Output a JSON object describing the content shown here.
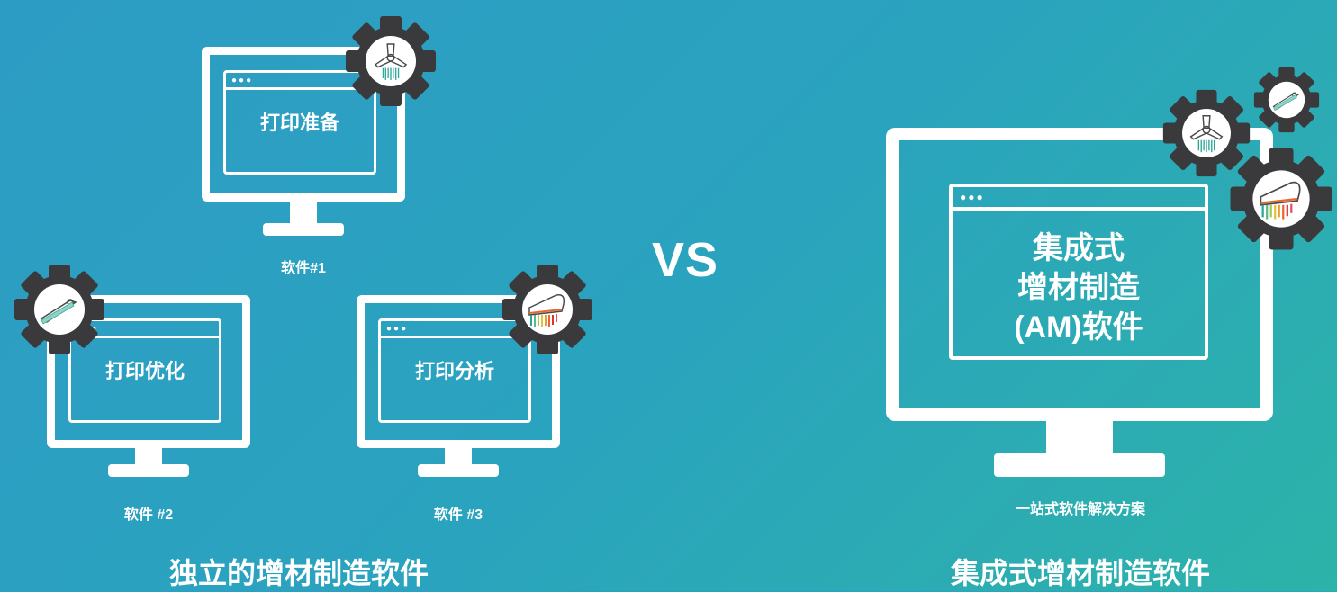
{
  "left": {
    "monitor1": {
      "window_label": "打印准备",
      "caption": "软件#1",
      "gear_icon": "printer-head-icon"
    },
    "monitor2": {
      "window_label": "打印优化",
      "caption": "软件 #2",
      "gear_icon": "part-orientation-icon"
    },
    "monitor3": {
      "window_label": "打印分析",
      "caption": "软件 #3",
      "gear_icon": "simulation-analysis-icon"
    },
    "section_title": "独立的增材制造软件"
  },
  "vs_label": "VS",
  "right": {
    "window_lines": [
      "集成式",
      "增材制造",
      "(AM)软件"
    ],
    "caption": "一站式软件解决方案",
    "section_title": "集成式增材制造软件",
    "gear_icons": [
      "printer-head-icon",
      "part-orientation-icon",
      "simulation-analysis-icon"
    ]
  },
  "colors": {
    "background_start": "#2d9cc4",
    "background_end": "#2db3a9",
    "gear": "#3a3a3c",
    "foreground": "#ffffff"
  }
}
